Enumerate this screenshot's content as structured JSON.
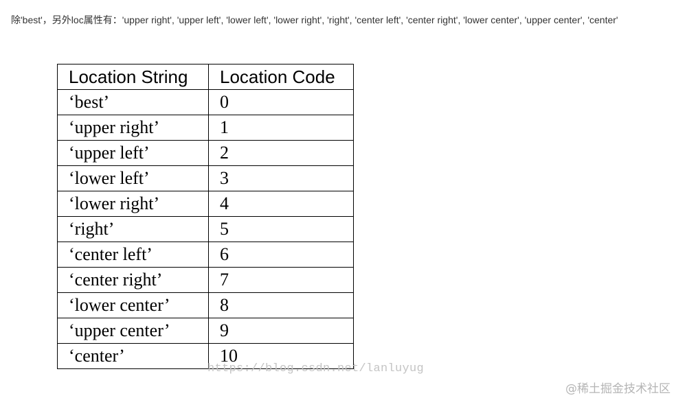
{
  "intro_text": "除'best'，另外loc属性有：'upper right', 'upper left', 'lower left', 'lower right', 'right', 'center left', 'center right', 'lower center', 'upper center', 'center'",
  "table": {
    "headers": [
      "Location String",
      "Location Code"
    ],
    "rows": [
      [
        "‘best’",
        "0"
      ],
      [
        "‘upper right’",
        "1"
      ],
      [
        "‘upper left’",
        "2"
      ],
      [
        "‘lower left’",
        "3"
      ],
      [
        "‘lower right’",
        "4"
      ],
      [
        "‘right’",
        "5"
      ],
      [
        "‘center left’",
        "6"
      ],
      [
        "‘center right’",
        "7"
      ],
      [
        "‘lower center’",
        "8"
      ],
      [
        "‘upper center’",
        "9"
      ],
      [
        "‘center’",
        "10"
      ]
    ]
  },
  "watermark_text": "https://blog.csdn.net/lanluyug",
  "site_mark_text": "@稀土掘金技术社区"
}
